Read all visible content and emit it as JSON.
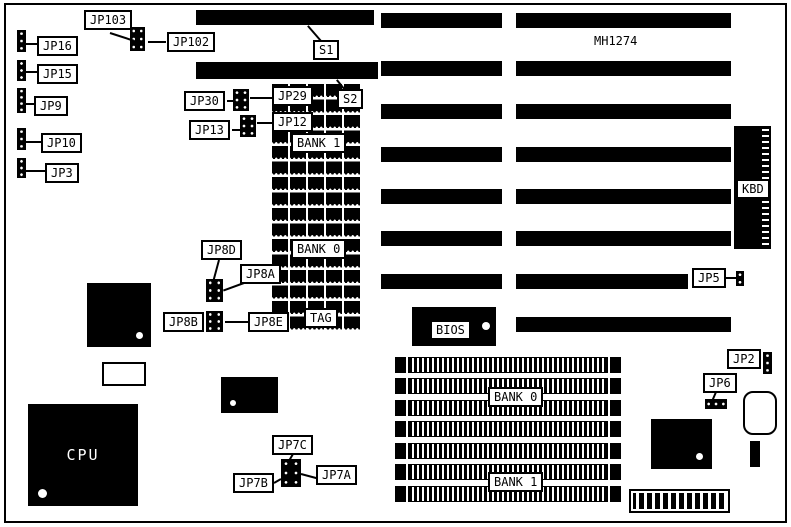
{
  "colors": {
    "background": "#ffffff",
    "component": "#000000",
    "label_bg": "#ffffff",
    "label_border": "#000000"
  },
  "labels": {
    "jp103": "JP103",
    "jp102": "JP102",
    "jp16": "JP16",
    "jp15": "JP15",
    "jp9": "JP9",
    "jp10": "JP10",
    "jp3": "JP3",
    "s1": "S1",
    "s2": "S2",
    "jp30": "JP30",
    "jp29": "JP29",
    "jp13": "JP13",
    "jp12": "JP12",
    "bank1_top": "BANK 1",
    "bank0_top": "BANK 0",
    "tag": "TAG",
    "jp8d": "JP8D",
    "jp8a": "JP8A",
    "jp8b": "JP8B",
    "jp8e": "JP8E",
    "bios": "BIOS",
    "jp5": "JP5",
    "kbd": "KBD",
    "mh1274": "MH1274",
    "jp2": "JP2",
    "jp6": "JP6",
    "jp7c": "JP7C",
    "jp7b": "JP7B",
    "jp7a": "JP7A",
    "cpu": "CPU",
    "bank0_bottom": "BANK 0",
    "bank1_bottom": "BANK 1"
  }
}
